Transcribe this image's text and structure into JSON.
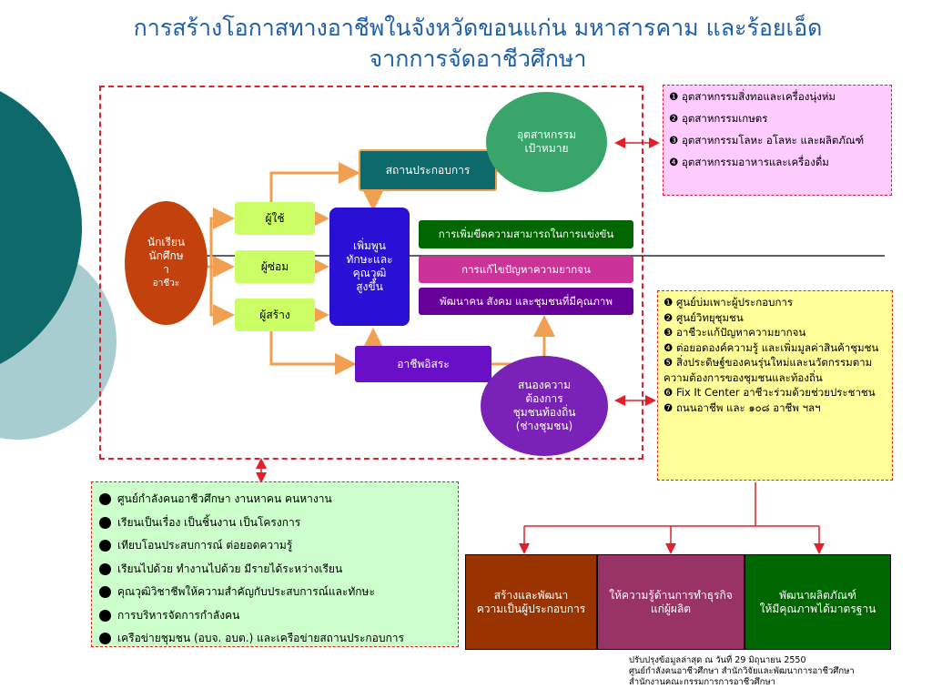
{
  "title": {
    "line1": "การสร้างโอกาสทางอาชีพในจังหวัดขอนแก่น มหาสารคาม และร้อยเอ็ด",
    "line2": "จากการจัดอาชีวศึกษา"
  },
  "nodes": {
    "student_line1": "นักเรียน",
    "student_line2": "นักศึกษ",
    "student_line3": "า",
    "student_line4": "อาชีวะ",
    "user": "ผู้ใช้",
    "repairer": "ผู้ซ่อม",
    "creator": "ผู้สร้าง",
    "skills_line1": "เพิ่มพูน",
    "skills_line2": "ทักษะและ",
    "skills_line3": "คุณวุฒิ",
    "skills_line4": "สูงขึ้น",
    "workplace": "สถานประกอบการ",
    "target_industry_line1": "อุตสาหกรรม",
    "target_industry_line2": "เป้าหมาย",
    "competitiveness": "การเพิ่มขีดความสามารถในการแข่งขัน",
    "poverty": "การแก้ไขปัญหาความยากจน",
    "develop_people": "พัฒนาคน สังคม และชุมชนที่มีคุณภาพ",
    "freelance": "อาชีพอิสระ",
    "community_line1": "สนองความ",
    "community_line2": "ต้องการ",
    "community_line3": "ชุมชนท้องถิ่น",
    "community_line4": "(ช่างชุมชน)"
  },
  "industry_list": [
    "❶   อุตสาหกรรมสิ่งทอและเครื่องนุ่งห่ม",
    "❷   อุตสาหกรรมเกษตร",
    "❸   อุตสาหกรรมโลหะ อโลหะ และผลิตภัณฑ์",
    "❹  อุตสาหกรรมอาหารและเครื่องดื่ม"
  ],
  "community_list": [
    "❶ ศูนย์บ่มเพาะผู้ประกอบการ",
    "❷ ศูนย์วิทยุชุมชน",
    "❸ อาชีวะแก้ปัญหาความยากจน",
    "❹ ต่อยอดองค์ความรู้ และเพิ่มมูลค่าสินค้าชุมชน",
    "❺ สิ่งประดิษฐ์ของคนรุ่นใหม่และนวัตกรรมตามความต้องการของชุมชนและท้องถิ่น",
    "❻ Fix It Center อาชีวะร่วมด้วยช่วยประชาชน",
    "❼ ถนนอาชีพ และ ๑๐๘ อาชีพ ฯลฯ"
  ],
  "center_list": [
    "ศูนย์กำลังคนอาชีวศึกษา งานหาคน คนหางาน",
    "เรียนเป็นเรื่อง เป็นชิ้นงาน เป็นโครงการ",
    "เทียบโอนประสบการณ์ ต่อยอดความรู้",
    "เรียนไปด้วย ทำงานไปด้วย มีรายได้ระหว่างเรียน",
    "คุณวุฒิวิชาชีพให้ความสำคัญกับประสบการณ์และทักษะ",
    "การบริหารจัดการกำลังคน",
    "เครือข่ายชุมชน (อบจ. อบต.) และเครือข่ายสถานประกอบการ"
  ],
  "bottom_boxes": {
    "entrepreneur_line1": "สร้างและพัฒนา",
    "entrepreneur_line2": "ความเป็นผู้ประกอบการ",
    "business_line1": "ให้ความรู้ด้านการทำธุรกิจ",
    "business_line2": "แก่ผู้ผลิต",
    "product_line1": "พัฒนาผลิตภัณฑ์",
    "product_line2": "ให้มีคุณภาพได้มาตรฐาน"
  },
  "footer": {
    "line1": "ปรับปรุงข้อมูลล่าสุด ณ วันที่  29 มิถุนายน  2550",
    "line2": "ศูนย์กำลังคนอาชีวศึกษา   สำนักวิจัยและพัฒนาการอาชีวศึกษา",
    "line3": "สำนักงานคณะกรรมการการอาชีวศึกษา"
  },
  "colors": {
    "title": "#1f5fa8",
    "teal_dark": "#0e6a6a",
    "teal_light": "#a8cdd0",
    "student_node": "#c2410c",
    "light_green": "#ccff66",
    "blue_node": "#2a0fd4",
    "workplace_node": "#0e6a6a",
    "target_node": "#3aa56a",
    "dark_green": "#006600",
    "magenta": "#cc3399",
    "purple": "#660099",
    "violet": "#6a0fc8",
    "community_node": "#7a22b8",
    "pink_box": "#ffccff",
    "yellow_box": "#ffff99",
    "brown": "#993300",
    "plum": "#993366",
    "arrow_orange": "#f0a050",
    "arrow_red": "#e0202a"
  }
}
